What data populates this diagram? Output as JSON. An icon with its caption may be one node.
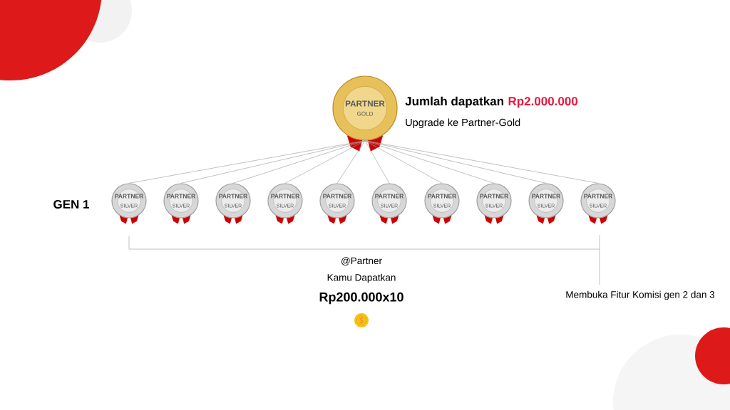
{
  "diagram": {
    "nodes": [
      {
        "text": [
          "PARTNER",
          "GOLD"
        ],
        "beside": [
          "Jumlah dapatkan",
          "Rp2.000.000",
          "Upgrade ke Partner-Gold"
        ]
      },
      {
        "text": [
          "PARTNER",
          "SILVER"
        ]
      },
      {
        "text": [
          "PARTNER",
          "SILVER"
        ]
      },
      {
        "text": [
          "PARTNER",
          "SILVER"
        ]
      },
      {
        "text": [
          "PARTNER",
          "SILVER"
        ]
      },
      {
        "text": [
          "PARTNER",
          "SILVER"
        ]
      },
      {
        "text": [
          "PARTNER",
          "SILVER"
        ]
      },
      {
        "text": [
          "PARTNER",
          "SILVER"
        ]
      },
      {
        "text": [
          "PARTNER",
          "SILVER"
        ]
      },
      {
        "text": [
          "PARTNER",
          "SILVER"
        ]
      },
      {
        "text": [
          "PARTNER",
          "SILVER"
        ]
      }
    ],
    "edges": [
      {
        "from": 0,
        "to": 1,
        "arrow": "none"
      },
      {
        "from": 0,
        "to": 2,
        "arrow": "none"
      },
      {
        "from": 0,
        "to": 3,
        "arrow": "none"
      },
      {
        "from": 0,
        "to": 4,
        "arrow": "none"
      },
      {
        "from": 0,
        "to": 5,
        "arrow": "none"
      },
      {
        "from": 0,
        "to": 6,
        "arrow": "none"
      },
      {
        "from": 0,
        "to": 7,
        "arrow": "none"
      },
      {
        "from": 0,
        "to": 8,
        "arrow": "none"
      },
      {
        "from": 0,
        "to": 9,
        "arrow": "none"
      },
      {
        "from": 0,
        "to": 10,
        "arrow": "none"
      }
    ],
    "labels": [
      "GEN 1",
      "@Partner",
      "Kamu Dapatkan",
      "Rp200.000x10",
      "Membuka Fitur Komisi gen 2 dan 3"
    ]
  }
}
